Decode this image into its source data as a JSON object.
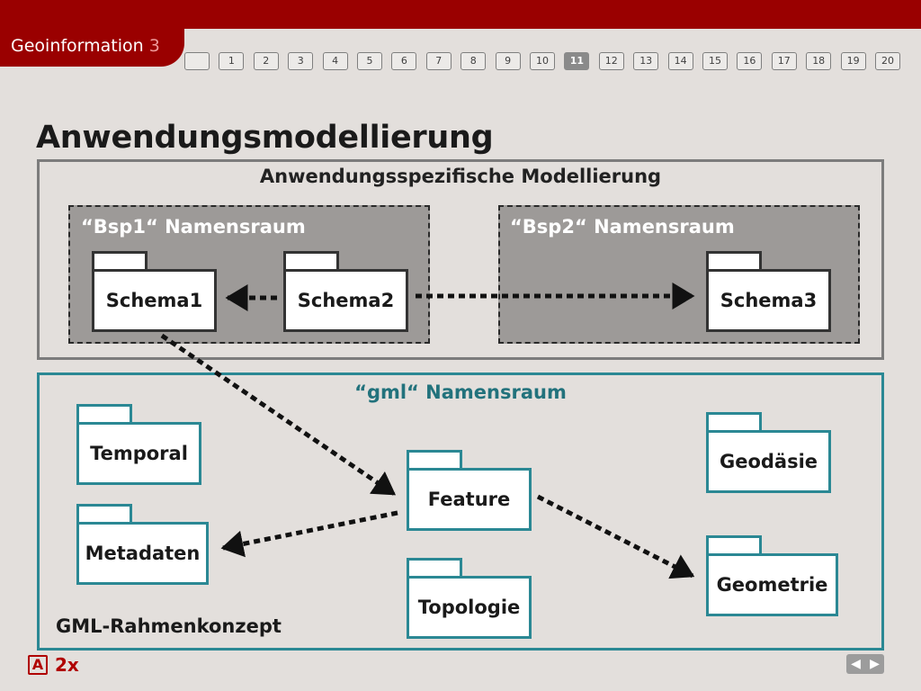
{
  "header": {
    "app_title": "Geoinformation",
    "app_number": "3",
    "pages": [
      "",
      "1",
      "2",
      "3",
      "4",
      "5",
      "6",
      "7",
      "8",
      "9",
      "10",
      "11",
      "12",
      "13",
      "14",
      "15",
      "16",
      "17",
      "18",
      "19",
      "20"
    ],
    "active_page": "11"
  },
  "slide": {
    "title": "Anwendungsmodellierung",
    "app_frame": {
      "label": "Anwendungsspezifische Modellierung",
      "namespaces": [
        {
          "label": "“Bsp1“ Namensraum",
          "packages": [
            "Schema1",
            "Schema2"
          ]
        },
        {
          "label": "“Bsp2“ Namensraum",
          "packages": [
            "Schema3"
          ]
        }
      ]
    },
    "gml_frame": {
      "label": "“gml“ Namensraum",
      "footer_label": "GML-Rahmenkonzept",
      "packages": [
        "Temporal",
        "Metadaten",
        "Feature",
        "Topologie",
        "Geodäsie",
        "Geometrie"
      ]
    },
    "connections": [
      {
        "from": "Schema2",
        "to": "Schema1"
      },
      {
        "from": "Schema2",
        "to": "Schema3"
      },
      {
        "from": "Schema1",
        "to": "Feature"
      },
      {
        "from": "Feature",
        "to": "Metadaten"
      },
      {
        "from": "Feature",
        "to": "Geometrie"
      }
    ]
  },
  "footer": {
    "badge": "A",
    "zoom": "2x",
    "prev_icon": "triangle-left-icon",
    "next_icon": "triangle-right-icon"
  },
  "colors": {
    "brand": "#9a0000",
    "gml_accent": "#2b8894",
    "namespace_fill": "#9d9a98"
  }
}
